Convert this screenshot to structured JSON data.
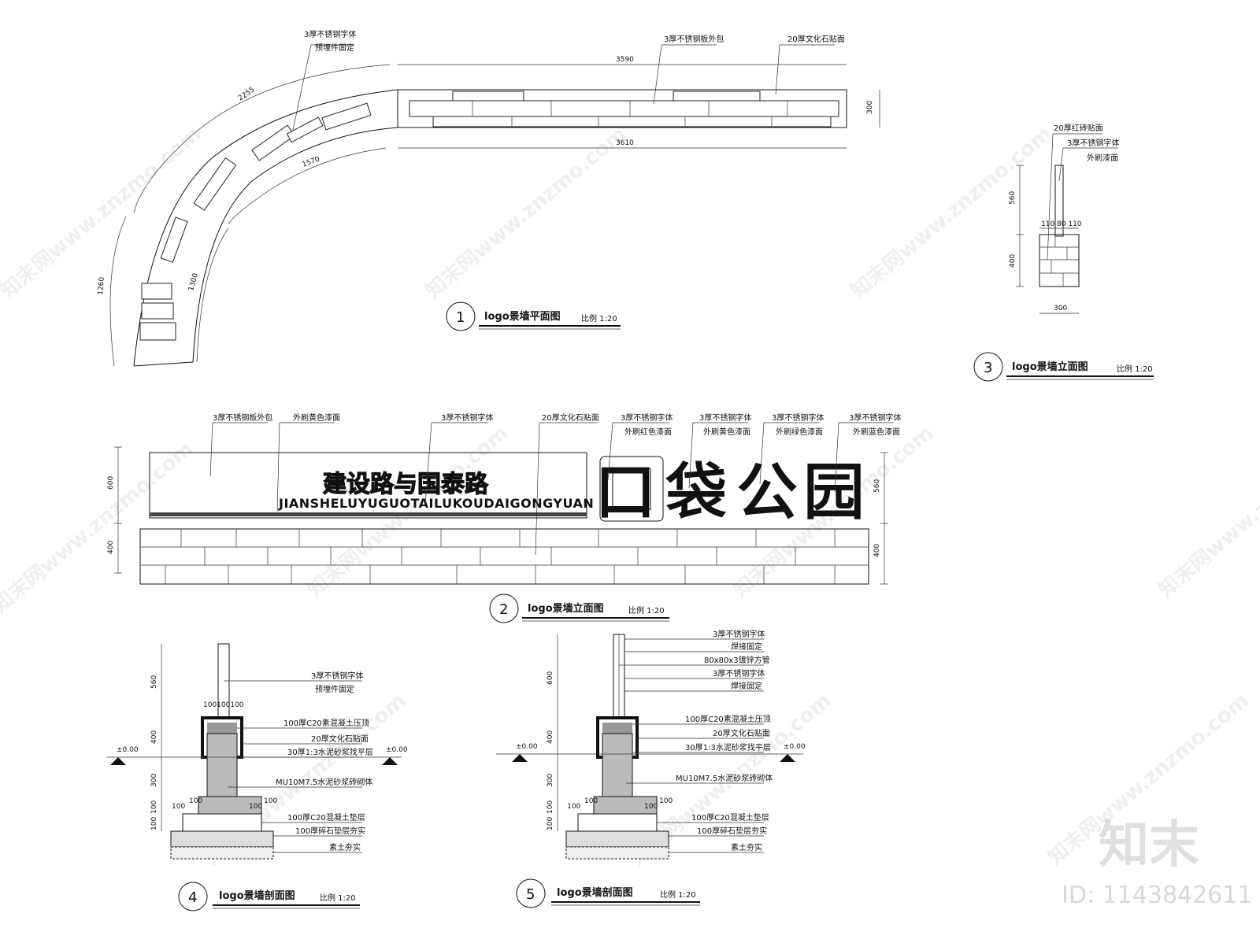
{
  "plan": {
    "number": "1",
    "title": "logo景墙平面图",
    "scale": "比例 1:20",
    "dims": {
      "top_length": "3590",
      "bottom_length": "3610",
      "width": "300",
      "arc_outer": "2255",
      "arc_inner": "1570",
      "end_outer": "1260",
      "end_inner": "1300"
    },
    "notes": {
      "steel_letters": "3厚不锈钢字体",
      "embedded": "预埋件固定",
      "steel_cover": "3厚不锈钢板外包",
      "stone_face": "20厚文化石贴面"
    }
  },
  "side_elev": {
    "number": "3",
    "title": "logo景墙立面图",
    "scale": "比例 1:20",
    "notes": [
      "20厚红砖贴面",
      "3厚不锈钢字体",
      "外刷漆面"
    ],
    "dims": {
      "h_top": "560",
      "h_bottom": "400",
      "w_parts": "110 80 110",
      "width": "300"
    }
  },
  "elevation": {
    "number": "2",
    "title": "logo景墙立面图",
    "scale": "比例 1:20",
    "main_text": "建设路与国泰路",
    "pinyin": "JIANSHELUYUGUOTAILUKOUDAIGONGYUAN",
    "big_chars": [
      "口",
      "袋",
      "公",
      "园"
    ],
    "notes": [
      {
        "l1": "3厚不锈钢板外包",
        "l2": ""
      },
      {
        "l1": "外刷黄色漆面",
        "l2": ""
      },
      {
        "l1": "3厚不锈钢字体",
        "l2": ""
      },
      {
        "l1": "20厚文化石贴面",
        "l2": ""
      },
      {
        "l1": "3厚不锈钢字体",
        "l2": "外刷红色漆面"
      },
      {
        "l1": "3厚不锈钢字体",
        "l2": "外刷黄色漆面"
      },
      {
        "l1": "3厚不锈钢字体",
        "l2": "外刷绿色漆面"
      },
      {
        "l1": "3厚不锈钢字体",
        "l2": "外刷蓝色漆面"
      }
    ],
    "dims": {
      "left_top": "600",
      "left_bottom": "400",
      "right_top": "560",
      "right_bottom": "400"
    }
  },
  "section4": {
    "number": "4",
    "title": "logo景墙剖面图",
    "scale": "比例 1:20",
    "level": "±0.00",
    "notes": [
      "3厚不锈钢字体",
      "预埋件固定",
      "100厚C20素混凝土压顶",
      "20厚文化石贴面",
      "30厚1:3水泥砂浆找平层",
      "MU10M7.5水泥砂浆砖砌体",
      "100厚C20混凝土垫层",
      "100厚碎石垫层夯实",
      "素土夯实"
    ],
    "dims": {
      "h1": "560",
      "h2": "400",
      "h3": "300",
      "h4": "100",
      "h5": "100",
      "top_w": "100100100",
      "base_l": "100",
      "base_l2": "100",
      "base_r": "100",
      "base_r2": "100"
    }
  },
  "section5": {
    "number": "5",
    "title": "logo景墙剖面图",
    "scale": "比例 1:20",
    "level": "±0.00",
    "notes": [
      "3厚不锈钢字体",
      "焊接固定",
      "80x80x3镀锌方管",
      "3厚不锈钢字体",
      "焊接固定",
      "100厚C20素混凝土压顶",
      "20厚文化石贴面",
      "30厚1:3水泥砂浆找平层",
      "MU10M7.5水泥砂浆砖砌体",
      "100厚C20混凝土垫层",
      "100厚碎石垫层夯实",
      "素土夯实"
    ],
    "dims": {
      "h1": "600",
      "h2": "400",
      "h3": "300",
      "h4": "100",
      "h5": "100",
      "base_l": "100",
      "base_l2": "100",
      "base_r": "100",
      "base_r2": "100"
    }
  },
  "watermark": {
    "site": "知末网www.znzmo.com",
    "logo": "知末",
    "id": "ID: 1143842611"
  }
}
